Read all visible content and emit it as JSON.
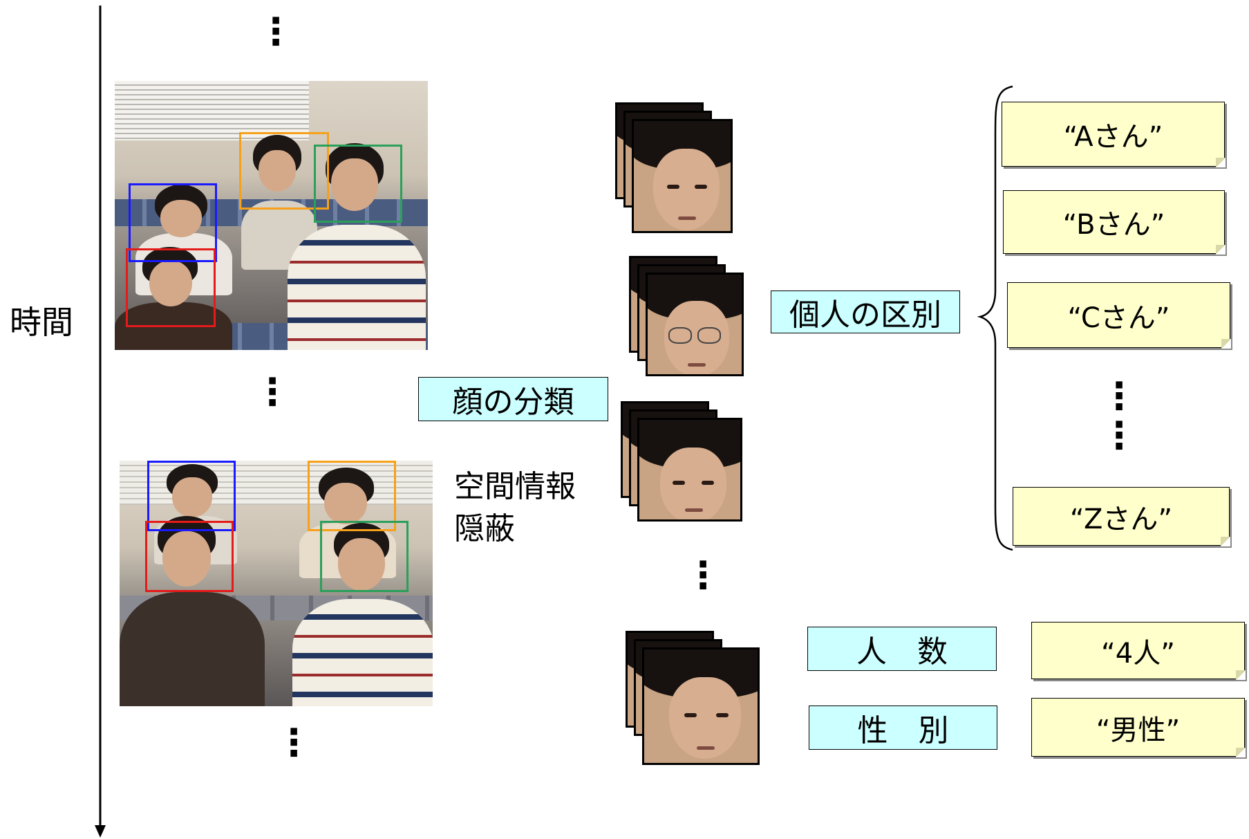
{
  "time_axis": {
    "label": "時間"
  },
  "continuation_mark": "⋮",
  "labels": {
    "face_classification": "顔の分類",
    "spatial_hiding_line1": "空間情報",
    "spatial_hiding_line2": "隠蔽",
    "individual_distinction": "個人の区別",
    "people_count": "人　数",
    "gender": "性　別"
  },
  "identities": [
    {
      "label": "“Aさん”"
    },
    {
      "label": "“Bさん”"
    },
    {
      "label": "“Cさん”"
    },
    {
      "label": "“Zさん”"
    }
  ],
  "results": {
    "count_value": "“4人”",
    "gender_value": "“男性”"
  },
  "colors": {
    "box_blue": "#1a1aff",
    "box_orange": "#f7a01a",
    "box_green": "#2aa05a",
    "box_red": "#e51a1a",
    "label_fill": "#ccffff",
    "note_fill": "#ffffcc"
  }
}
